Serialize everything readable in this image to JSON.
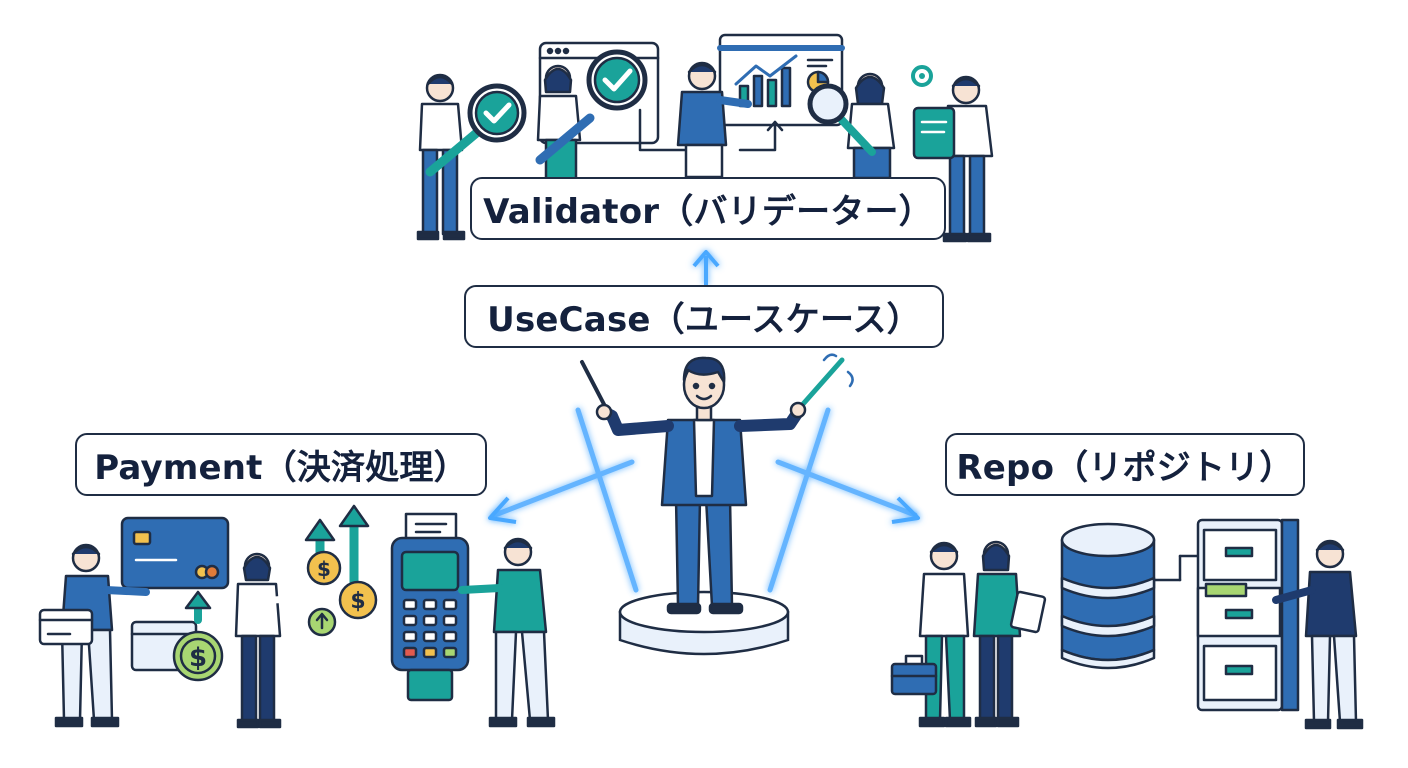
{
  "labels": {
    "validator": "Validator（バリデーター）",
    "usecase": "UseCase（ユースケース）",
    "payment": "Payment（決済処理）",
    "repo": "Repo（リポジトリ）"
  },
  "icons": {
    "payment_coin": "$"
  },
  "colors": {
    "navy": "#1f3b6e",
    "blue": "#2f6db3",
    "teal": "#1aa39a",
    "glow": "#4aa8ff",
    "outline": "#1f2d44",
    "light": "#e9f1fb"
  }
}
